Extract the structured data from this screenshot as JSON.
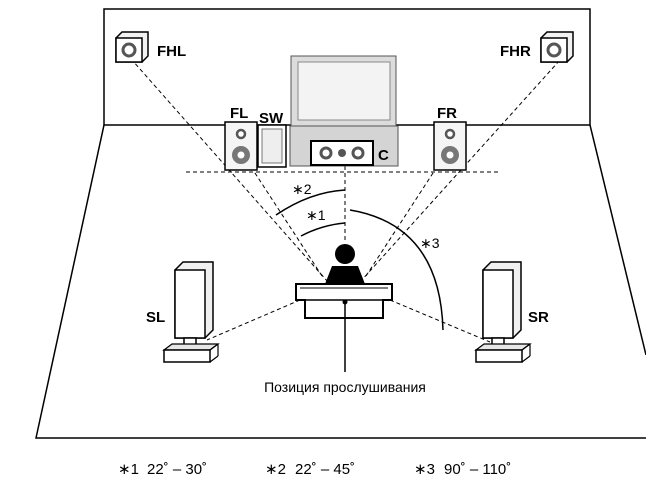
{
  "speakers": {
    "fhl": "FHL",
    "fhr": "FHR",
    "fl": "FL",
    "fr": "FR",
    "sw": "SW",
    "c": "C",
    "sl": "SL",
    "sr": "SR"
  },
  "angle_markers": {
    "a1": "∗1",
    "a2": "∗2",
    "a3": "∗3"
  },
  "listening_position_label": "Позиция прослушивания",
  "footnotes": [
    {
      "mark": "∗1",
      "range": "22˚ – 30˚"
    },
    {
      "mark": "∗2",
      "range": "22˚ – 45˚"
    },
    {
      "mark": "∗3",
      "range": "90˚ – 110˚"
    }
  ]
}
